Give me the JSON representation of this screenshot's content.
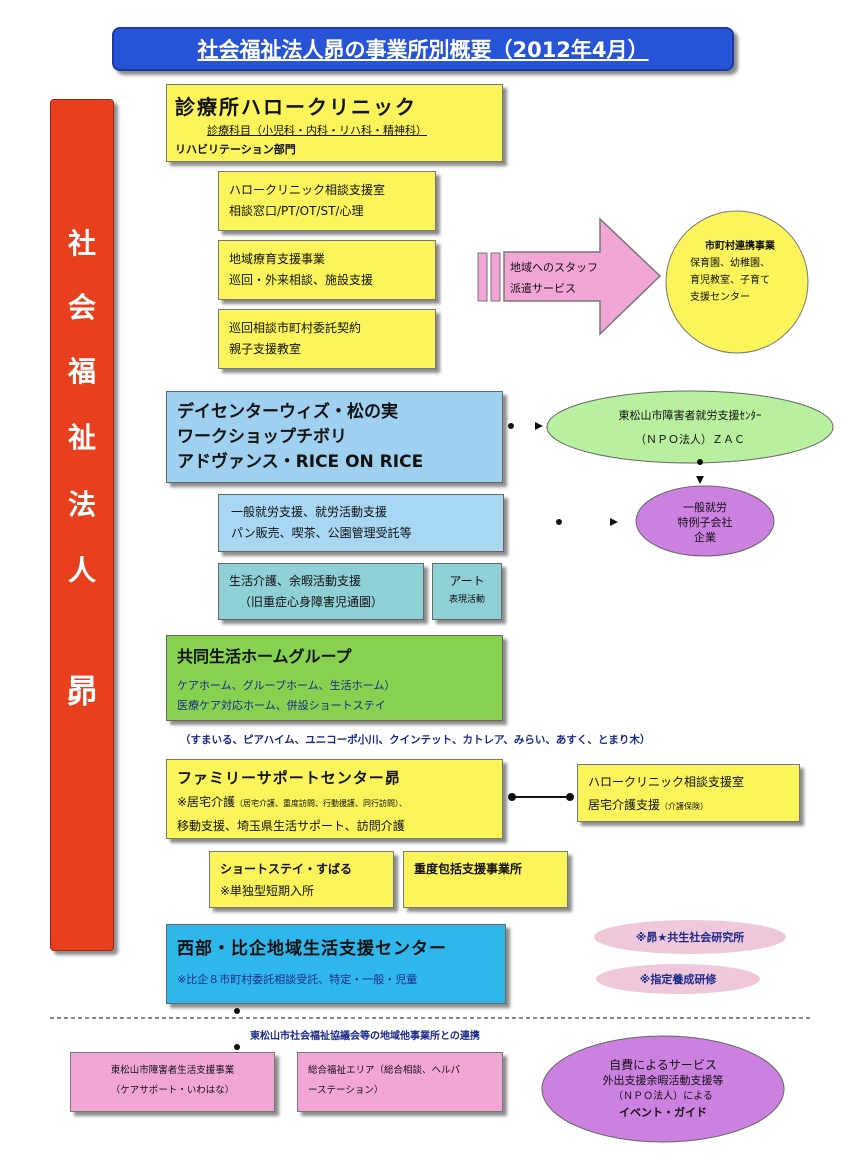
{
  "title": "社会福祉法人昴の事業所別概要（2012年4月）",
  "side_label": [
    "社",
    "会",
    "福",
    "祉",
    "法",
    "人",
    "昴"
  ],
  "clinic": {
    "name": "診療所ハロークリニック",
    "dept": "診療科目（小児科・内科・リハ科・精神科）",
    "rehab": "リハビリテーション部門"
  },
  "consult_room": {
    "line1": "ハロークリニック相談支援室",
    "line2": "相談窓口/PT/OT/ST/心理"
  },
  "regional_care": {
    "line1": "地域療育支援事業",
    "line2": "巡回・外来相談、施設支援"
  },
  "patrol": {
    "line1": "巡回相談市町村委託契約",
    "line2": "親子支援教室"
  },
  "arrow_text": {
    "line1": "地域へのスタッフ",
    "line2": "派遣サービス"
  },
  "municipal": {
    "title": "市町村連携事業",
    "line1": "保育園、幼稚園、",
    "line2": "育児教室、子育て",
    "line3": "支援センター"
  },
  "day_center": {
    "line1": "デイセンターウィズ・松の実",
    "line2": "ワークショップチボリ",
    "line3": "アドヴァンス・RICE ON RICE"
  },
  "zac": {
    "line1": "東松山市障害者就労支援ｾﾝﾀｰ",
    "line2": "（ＮＰＯ法人）ＺＡＣ"
  },
  "employment": {
    "line1": "一般就労支援、就労活動支援",
    "line2": "パン販売、喫茶、公園管理受託等"
  },
  "special_co": {
    "line1": "一般就労",
    "line2": "特例子会社",
    "line3": "企業"
  },
  "life_care": {
    "line1": "生活介護、余暇活動支援",
    "line2": "（旧重症心身障害児通園）"
  },
  "art": {
    "line1": "アート",
    "line2": "表現活動"
  },
  "group_home": {
    "title": "共同生活ホームグループ",
    "line1": "ケアホーム、グループホーム、生活ホーム）",
    "line2": "医療ケア対応ホーム、併設ショートステイ"
  },
  "homes_list": "（すまいる、ピアハイム、ユニコーポ小川、クインテット、カトレア、みらい、あすく、とまり木）",
  "family_support": {
    "title": "ファミリーサポートセンター昴",
    "line1_main": "※居宅介護",
    "line1_small": "（居宅介護、重度訪問、行動援護、同行訪問）、",
    "line2": "移動支援、埼玉県生活サポート、訪問介護"
  },
  "hello_consult": {
    "line1": "ハロークリニック相談支援室",
    "line2_main": "居宅介護支援",
    "line2_small": "（介護保険）"
  },
  "short_stay": {
    "line1": "ショートステイ・すばる",
    "line2": "※単独型短期入所"
  },
  "severe": "重度包括支援事業所",
  "west_center": {
    "title": "西部・比企地域生活支援センター",
    "line1": "※比企８市町村委託相談受託、特定・一般・児童"
  },
  "research": "※昴★共生社会研究所",
  "training": "※指定養成研修",
  "collab_title": "東松山市社会福祉協議会等の地域他事業所との連携",
  "hm_life": {
    "line1": "東松山市障害者生活支援事業",
    "line2": "（ケアサポート・いわはな）"
  },
  "welfare_area": {
    "line1": "総合福祉エリア（総合相談、ヘルパ",
    "line2": "ーステーション）"
  },
  "self_service": {
    "line1": "自費によるサービス",
    "line2": "外出支援余暇活動支援等",
    "line3": "（ＮＰＯ法人）による",
    "line4": "イベント・ガイド"
  },
  "colors": {
    "title_bg": "#2753d6",
    "side_bg": "#e8401f",
    "yellow": "#fbf45a",
    "blue": "#9fd0f0",
    "green": "#88d04f",
    "cyan": "#2fb6ea",
    "pink": "#f2a6d6",
    "green_ellipse": "#b9f0a0",
    "purple": "#cc80e0",
    "navy_text": "#1b2a8a"
  }
}
